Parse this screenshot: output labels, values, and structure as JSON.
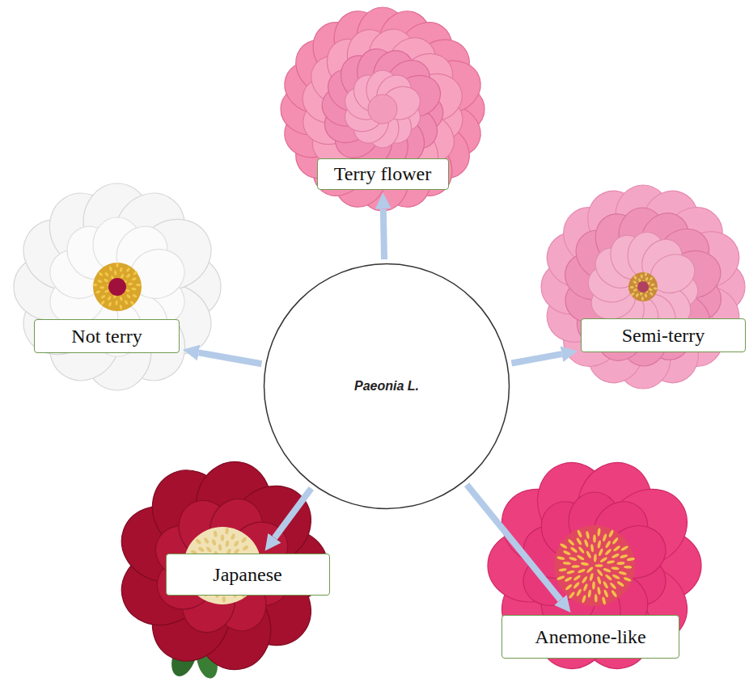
{
  "diagram": {
    "nodes": [
      {
        "text": [
          "Paeonia L."
        ]
      },
      {
        "text": [
          "Terry flower"
        ]
      },
      {
        "text": [
          "Semi-terry"
        ]
      },
      {
        "text": [
          "Anemone-like"
        ]
      },
      {
        "text": [
          "Japanese"
        ]
      },
      {
        "text": [
          "Not terry"
        ]
      }
    ],
    "edges": [
      {
        "from": 0,
        "to": 1,
        "arrow": "to"
      },
      {
        "from": 0,
        "to": 2,
        "arrow": "to"
      },
      {
        "from": 0,
        "to": 3,
        "arrow": "to"
      },
      {
        "from": 0,
        "to": 4,
        "arrow": "to"
      },
      {
        "from": 0,
        "to": 5,
        "arrow": "to"
      }
    ]
  }
}
